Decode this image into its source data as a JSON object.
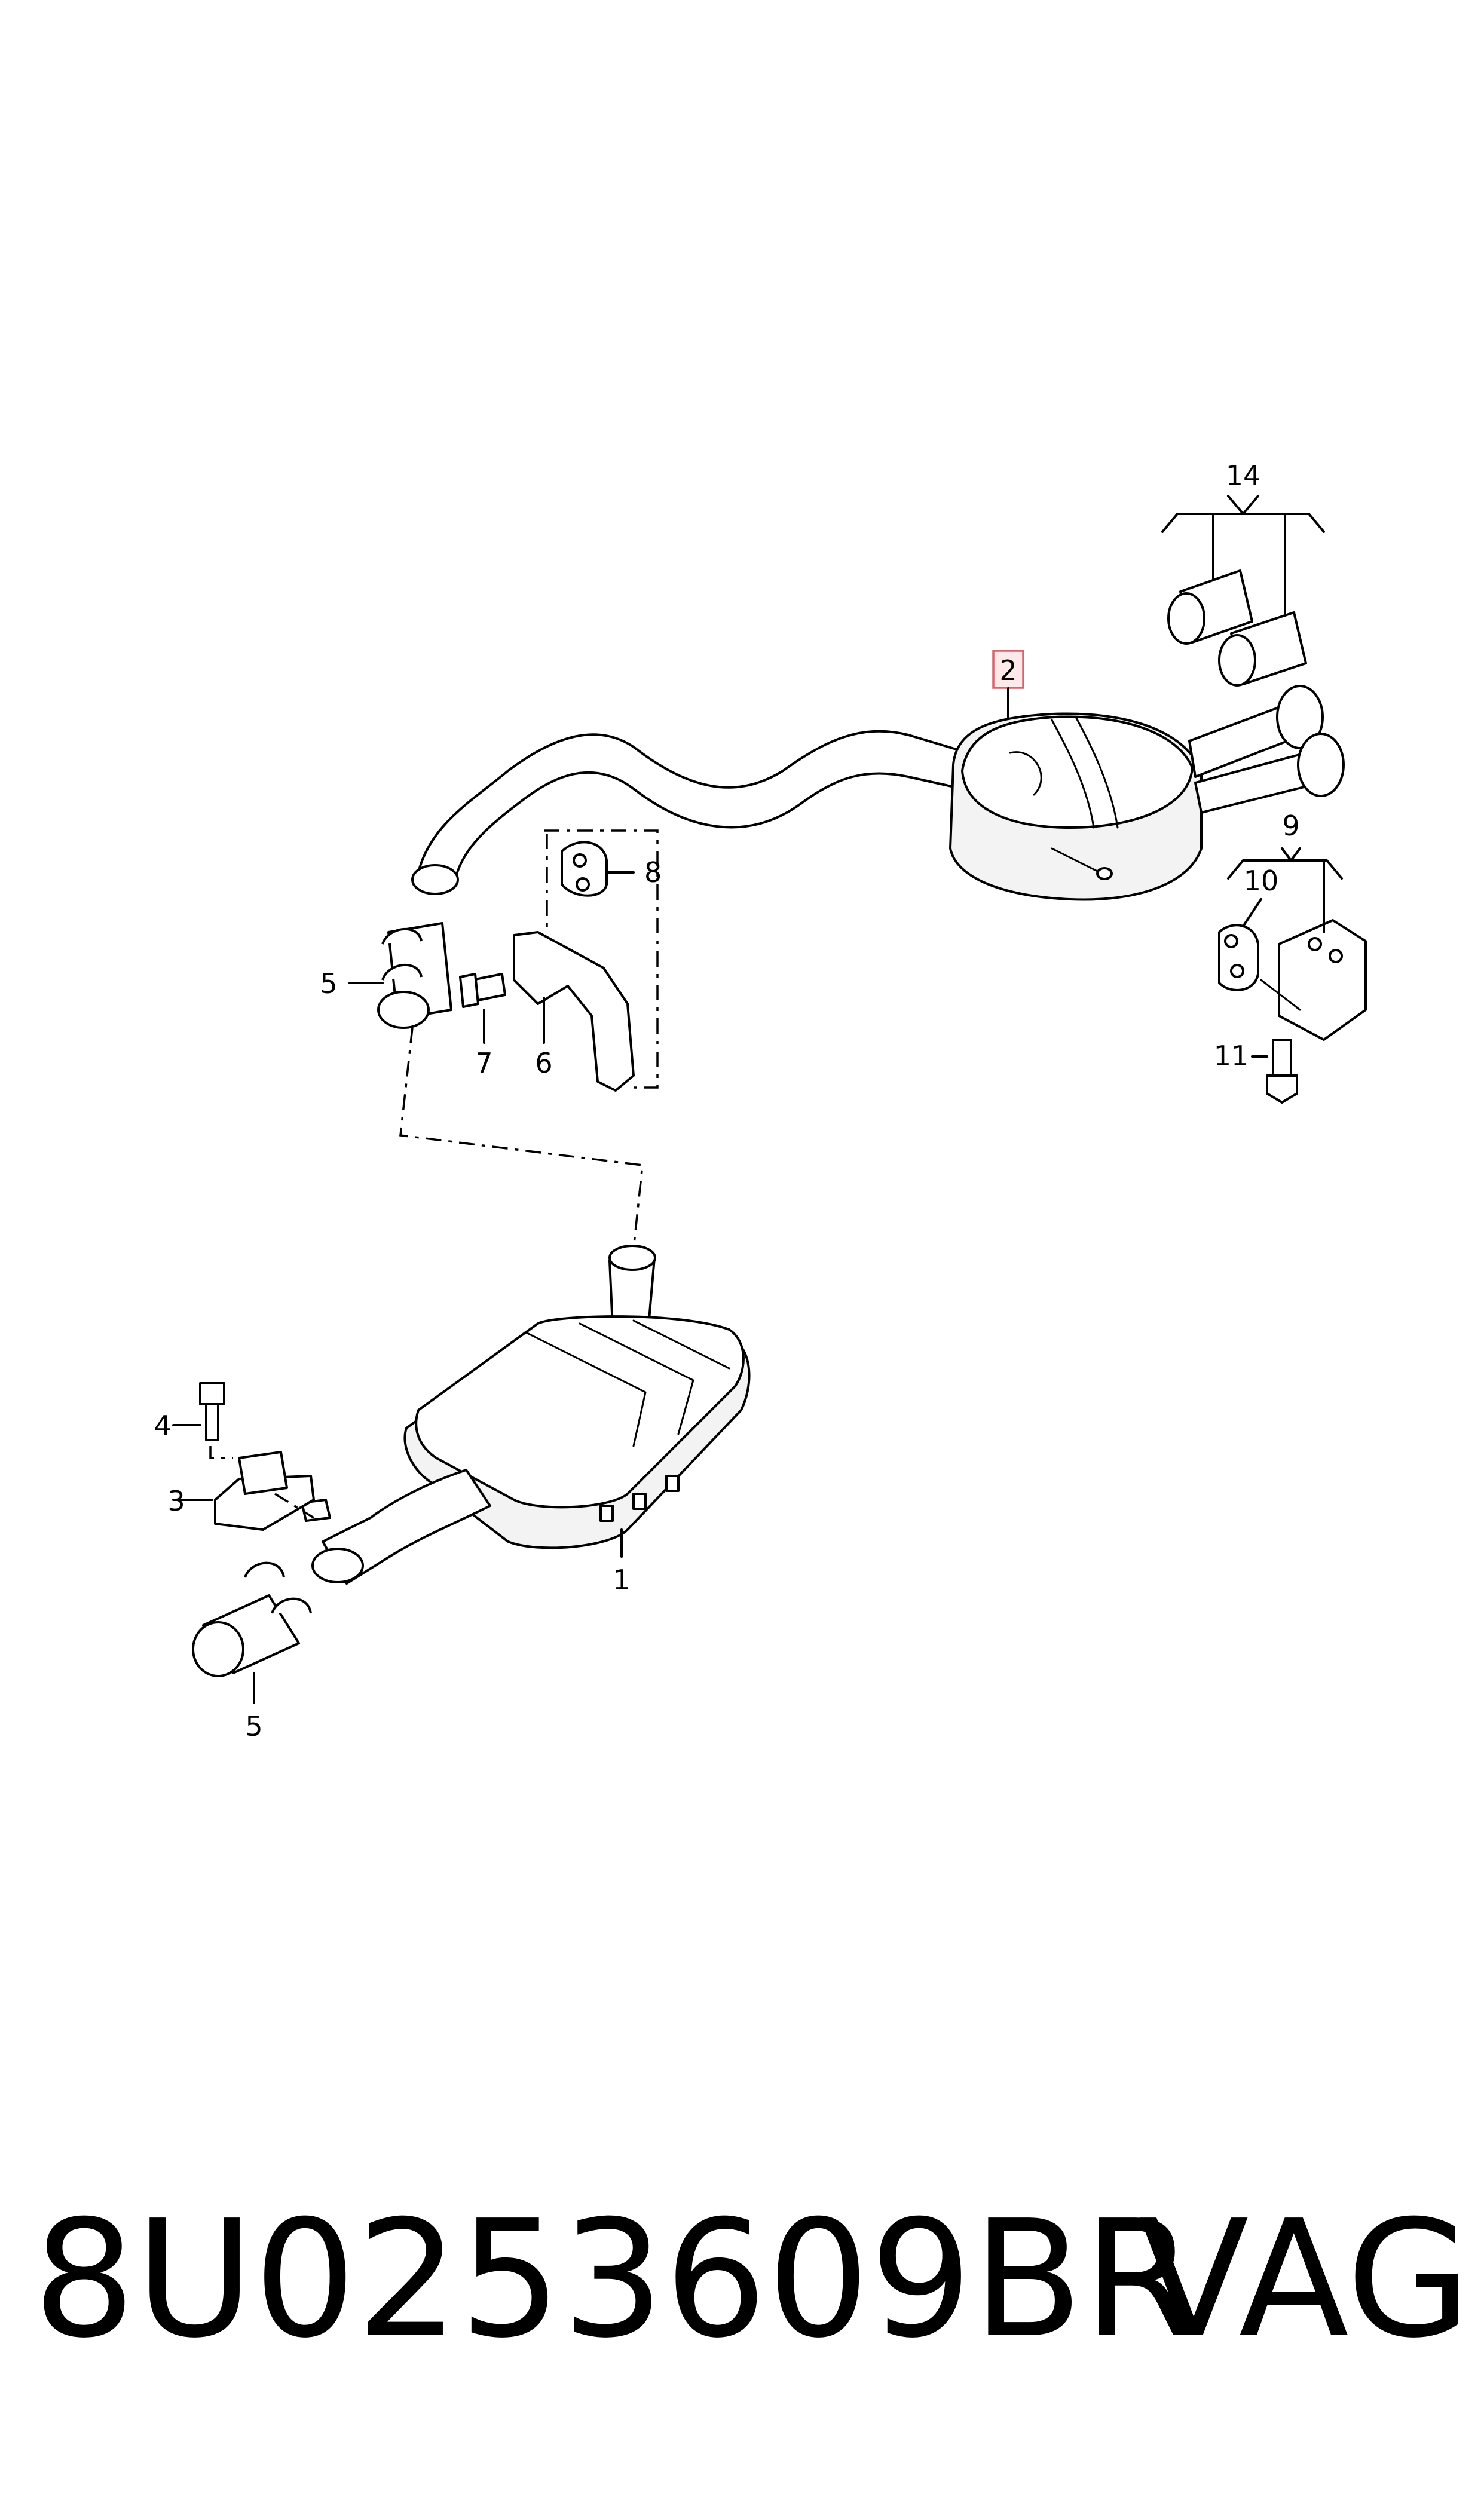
{
  "diagram": {
    "callouts": [
      {
        "id": "14",
        "label": "14"
      },
      {
        "id": "2",
        "label": "2",
        "highlighted": true
      },
      {
        "id": "8",
        "label": "8"
      },
      {
        "id": "9",
        "label": "9"
      },
      {
        "id": "10",
        "label": "10"
      },
      {
        "id": "5a",
        "label": "5"
      },
      {
        "id": "7",
        "label": "7"
      },
      {
        "id": "6",
        "label": "6"
      },
      {
        "id": "11",
        "label": "11"
      },
      {
        "id": "4",
        "label": "4"
      },
      {
        "id": "3",
        "label": "3"
      },
      {
        "id": "1",
        "label": "1"
      },
      {
        "id": "5b",
        "label": "5"
      }
    ],
    "highlight_color": "#d6636f"
  },
  "footer": {
    "part_number": "8U0253609BR",
    "brand": "VAG"
  }
}
